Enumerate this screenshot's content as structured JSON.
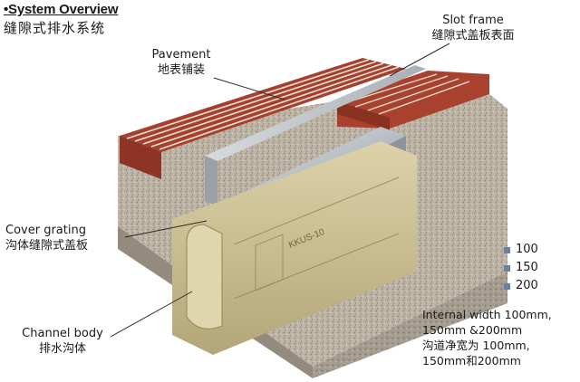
{
  "title": {
    "en": "•System Overview",
    "zh": "缝隙式排水系统"
  },
  "labels": {
    "slot_frame": {
      "en": "Slot frame",
      "zh": "缝隙式盖板表面"
    },
    "pavement": {
      "en": "Pavement",
      "zh": "地表铺装"
    },
    "cover_grating": {
      "en": "Cover grating",
      "zh": "沟体缝隙式盖板"
    },
    "channel_body": {
      "en": "Channel body",
      "zh": "排水沟体"
    }
  },
  "legend": {
    "items": [
      "100",
      "150",
      "200"
    ],
    "swatch_color": "#6b7fa8"
  },
  "internal_width": {
    "line1": "Internal width 100mm,",
    "line2": "150mm &200mm",
    "line3": "沟道净宽为 100mm,",
    "line4": "150mm和200mm"
  },
  "channel_marking": "KKUS-10",
  "colors": {
    "brick": "#a33a2a",
    "mortar": "#e8e2d6",
    "concrete": "#b7aea0",
    "galvanized": "#c4c9cd",
    "channel": "#cfc39a"
  }
}
